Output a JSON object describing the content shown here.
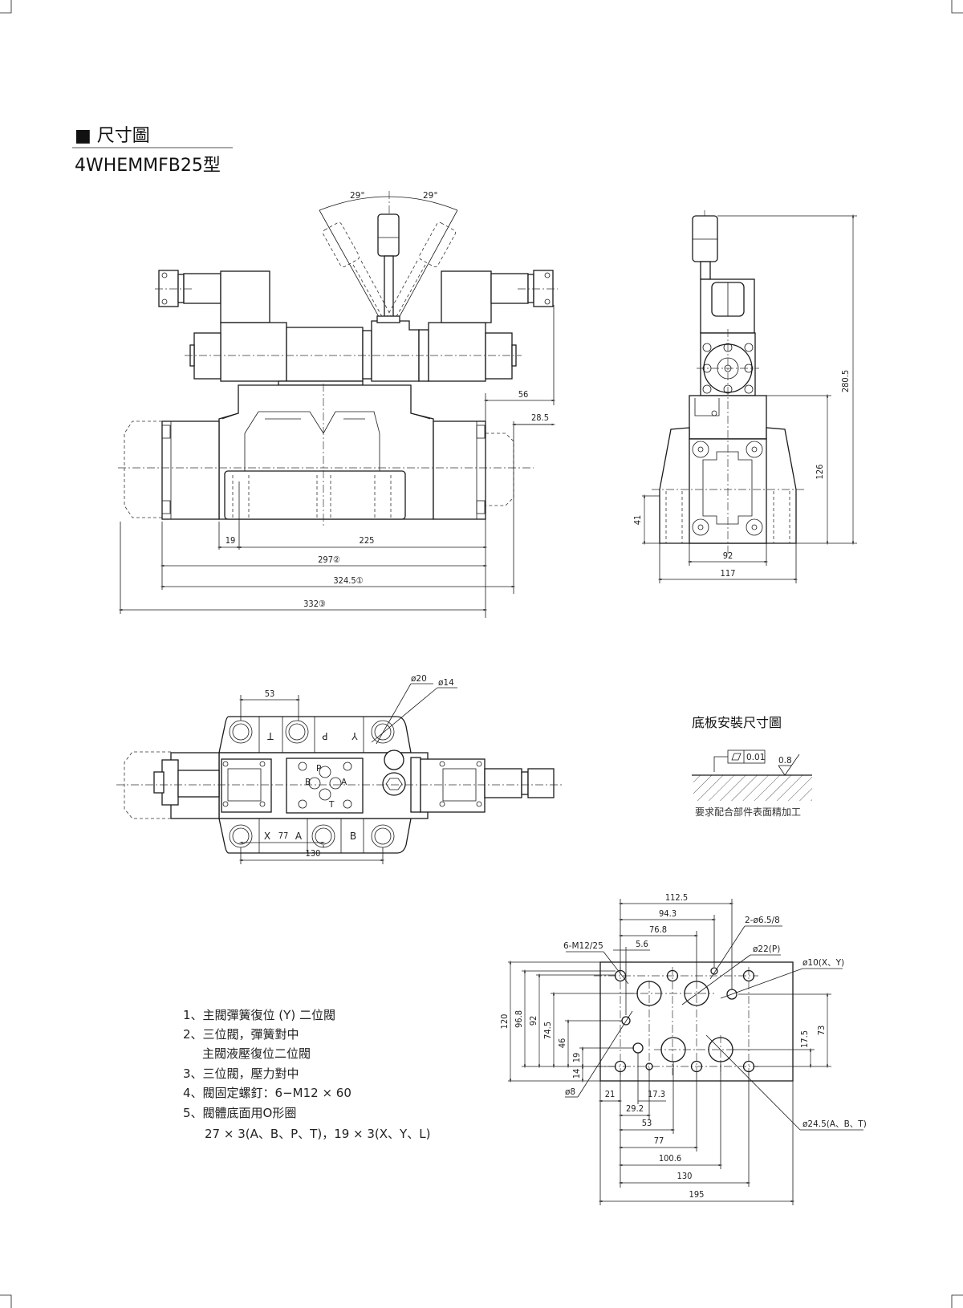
{
  "header": {
    "section_title": "■ 尺寸圖",
    "model": "4WHEMMFB25型"
  },
  "front_view": {
    "angle_left": "29°",
    "angle_right": "29°",
    "dims": {
      "d56": "56",
      "d28_5": "28.5",
      "d19": "19",
      "d225": "225",
      "d297": "297②",
      "d324_5": "324.5①",
      "d332": "332③"
    }
  },
  "side_view": {
    "dims": {
      "d280_5": "280.5",
      "d126": "126",
      "d41": "41",
      "d92": "92",
      "d117": "117"
    }
  },
  "top_view": {
    "port_labels_top": [
      "T",
      "P",
      "Y"
    ],
    "port_labels_bottom": [
      "X",
      "A",
      "B"
    ],
    "pilot_labels": [
      "P",
      "B",
      "A",
      "T"
    ],
    "dims": {
      "d53": "53",
      "dia20": "ø20",
      "dia14": "ø14",
      "d77": "77",
      "d130": "130"
    }
  },
  "surface_spec": {
    "title": "底板安裝尺寸圖",
    "flatness_value": "0.01",
    "roughness": "0.8",
    "note": "要求配合部件表面精加工"
  },
  "base_plate": {
    "top_dims": [
      "112.5",
      "94.3",
      "76.8",
      "5.6"
    ],
    "callouts": {
      "m12": "6-M12/25",
      "d6_5": "2-ø6.5/8",
      "d22": "ø22(P)",
      "d10": "ø10(X、Y)",
      "d8": "ø8",
      "d24_5": "ø24.5(A、B、T)"
    },
    "left_dims": [
      "120",
      "96.8",
      "92",
      "74.5",
      "46",
      "19",
      "14"
    ],
    "right_dims": [
      "17.5",
      "73"
    ],
    "bottom_dims": [
      "21",
      "17.3",
      "29.2",
      "53",
      "77",
      "100.6",
      "130",
      "195"
    ]
  },
  "notes": [
    "1、主閥彈簧復位 (Y) 二位閥",
    "2、三位閥，彈簧對中",
    "主閥液壓復位二位閥",
    "3、三位閥，壓力對中",
    "4、閥固定螺釘：6−M12 × 60",
    "5、閥體底面用O形圈",
    "27 × 3(A、B、P、T)，19 × 3(X、Y、L)"
  ]
}
